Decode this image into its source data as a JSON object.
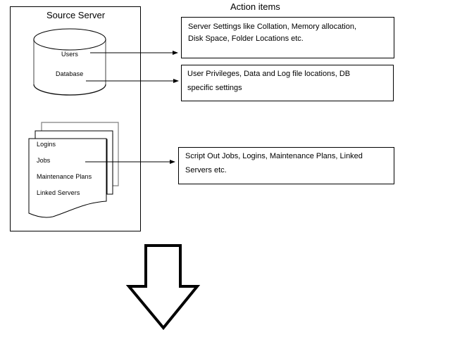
{
  "source_server": {
    "title": "Source Server",
    "database": {
      "labels": [
        "Users",
        "Database"
      ]
    },
    "documents": {
      "items": [
        "Logins",
        "Jobs",
        "Maintenance Plans",
        "Linked Servers"
      ]
    }
  },
  "action_items": {
    "title": "Action items",
    "boxes": [
      {
        "line1": "Server Settings like Collation, Memory allocation,",
        "line2": "Disk Space, Folder Locations etc."
      },
      {
        "line1": "User Privileges, Data and Log file locations, DB",
        "line2": "specific settings"
      },
      {
        "line1": "Script Out Jobs, Logins, Maintenance Plans, Linked",
        "line2": "Servers etc."
      }
    ]
  },
  "down_arrow": {
    "icon": "down-arrow-icon"
  }
}
